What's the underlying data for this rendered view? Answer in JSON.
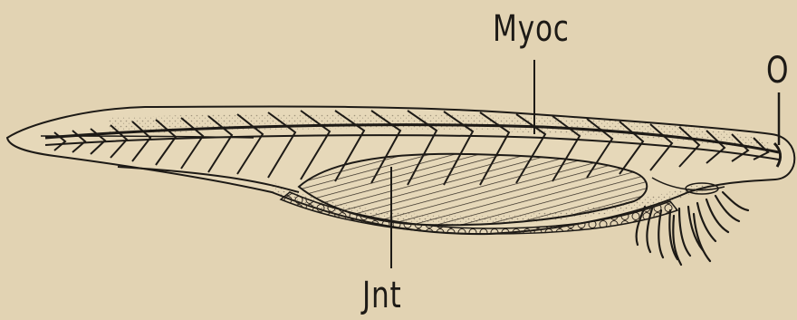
{
  "figure": {
    "background": "#e2d3b3",
    "ink": "#1d1a16",
    "labels": {
      "myoc": "Myoc",
      "int": "Jnt",
      "o": "O"
    },
    "icons": [
      "larva-outline",
      "myotome-chevrons",
      "intestine",
      "tentacles"
    ]
  }
}
